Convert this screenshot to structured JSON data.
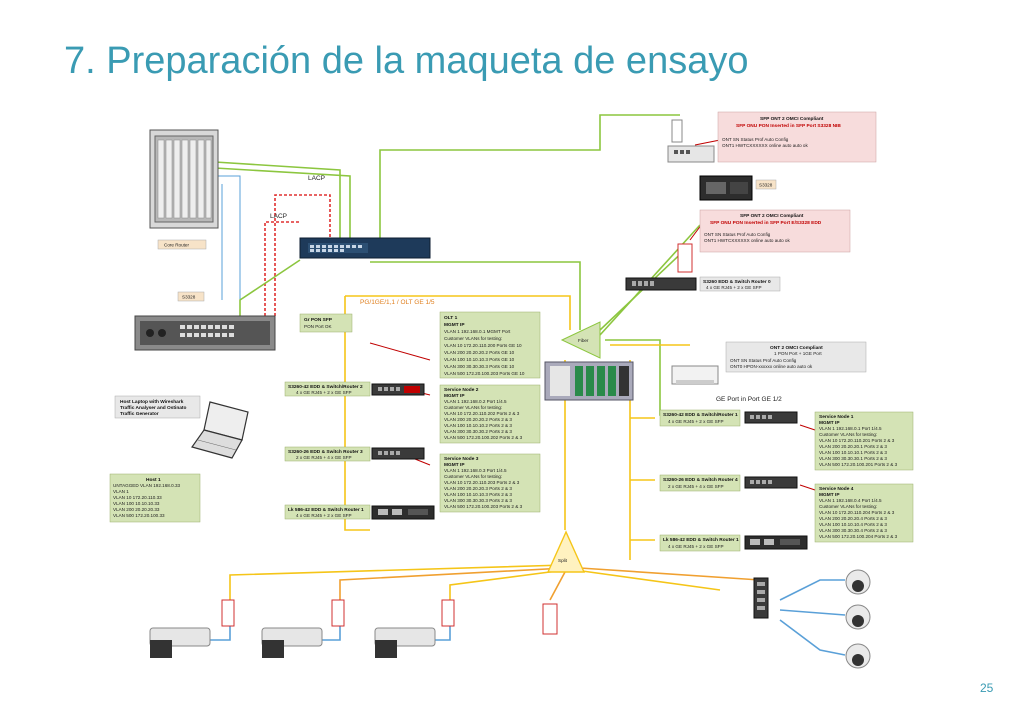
{
  "title": "7. Preparación de la maqueta de ensayo",
  "page_number": "25",
  "colors": {
    "title": "#3a9bb3",
    "green_box": "#d4e3b5",
    "pink_box": "#f7dcdc",
    "line_green": "#8cc63f",
    "line_yellow": "#f5c518",
    "line_orange": "#f0a030",
    "line_blue": "#5aa0d8",
    "line_red_dashed": "#e03030"
  },
  "labels": {
    "lacp_top": "LACP",
    "lacp_left": "LACP",
    "ge_port_label": "PG/1GE/1,1 / OLT GE 1/5",
    "ge_port_right": "GE Port in Port GE 1/2",
    "s3328": "S3328",
    "s3328_top": "S3328",
    "core_router": "Core Router"
  },
  "boxes": {
    "sfp_top": {
      "title": "SFP ONT 2 OMCI Compliant",
      "subtitle": "SFP ONU PON Inserted in SFP Port S3328 NIB",
      "header": "ONT SN Status Prof Auto Config",
      "row": "ONT1 HWTCXXXXXX online auto auto ok"
    },
    "sfp_mid": {
      "title": "SFP ONT 2 OMCI Compliant",
      "subtitle": "SFP ONU PON Inserted in SFP Port E/S3328 EDD",
      "header": "ONT SN Status Prof Auto Config",
      "row": "ONT1 HWTCXXXXXX online auto auto ok"
    },
    "ont_right": {
      "title": "ONT 2 OMCI Compliant",
      "subtitle": "1 PON Port + 1GE Port",
      "header": "ONT SN Status Prof Auto Config",
      "row": "ONT0 HPON-xxxxxx online auto auto ok"
    },
    "gpon_sfp": {
      "title": "Gr PON SFP",
      "sub": "PON Port OK"
    },
    "olt1": {
      "lines": [
        "OLT 1",
        "MGMT IP",
        "VLAN 1  192.168.0.1    MGMT Port",
        "Customer VLANs for testing:",
        "VLAN 10  172.20.110.200  Ports GE 10",
        "VLAN 200 20.20.20.2  Ports GE 10",
        "VLAN 100 10.10.10.3  Ports GE 10",
        "VLAN 300 30.30.30.3  Ports GE 10",
        "VLAN 500 172.20.100.203  Ports GE 10"
      ]
    },
    "service_node_2a": {
      "lines": [
        "Service Node 2",
        "MGMT IP",
        "VLAN 1  192.168.0.2  Port 1/4.5",
        "Customer VLANs for testing:",
        "VLAN 10 172.20.110.202  Ports 2 & 3",
        "VLAN 200 20.20.20.2  Ports 2 & 3",
        "VLAN 100 10.10.10.2  Ports 2 & 3",
        "VLAN 300 30.30.30.2  Ports 2 & 3",
        "VLAN 500 172.20.100.202  Ports 2 & 3"
      ]
    },
    "service_node_2b": {
      "lines": [
        "Service Node 3",
        "MGMT IP",
        "VLAN 1  192.168.0.3  Port 1/4.5",
        "Customer VLANs for testing:",
        "VLAN 10 172.20.110.203  Ports 2 & 3",
        "VLAN 200 20.20.20.3  Ports 2 & 3",
        "VLAN 100 10.10.10.3  Ports 2 & 3",
        "VLAN 300 30.30.30.3  Ports 2 & 3",
        "VLAN 500 172.20.100.203  Ports 2 & 3"
      ]
    },
    "service_node_r1": {
      "lines": [
        "Service Node 1",
        "MGMT IP",
        "VLAN 1  192.168.0.1  Port 1/4.5",
        "Customer VLANs for testing:",
        "VLAN 10 172.20.110.201  Ports 2 & 3",
        "VLAN 200 20.20.20.1  Ports 2 & 3",
        "VLAN 100 10.10.10.1  Ports 2 & 3",
        "VLAN 300 30.30.30.1  Ports 2 & 3",
        "VLAN 500 172.20.100.201  Ports 2 & 3"
      ]
    },
    "service_node_r4": {
      "lines": [
        "Service Node 4",
        "MGMT IP",
        "VLAN 1  192.168.0.4  Port 1/4.5",
        "Customer VLANs for testing:",
        "VLAN 10 172.20.110.204  Ports 2 & 3",
        "VLAN 200 20.20.20.4  Ports 2 & 3",
        "VLAN 100 10.10.10.4  Ports 2 & 3",
        "VLAN 300 30.30.30.4  Ports 2 & 3",
        "VLAN 500 172.20.100.204  Ports 2 & 3"
      ]
    },
    "host1": {
      "lines": [
        "Host 1",
        "UNTAGGED VLAN  192.168.0.33",
        "VLAN 1",
        "VLAN 10  172.20.110.33",
        "VLAN 100  10.10.10.33",
        "VLAN 200  20.20.20.33",
        "VLAN 500  172.20.100.33"
      ]
    },
    "laptop_note": {
      "lines": [
        "Host Laptop with Wireshark",
        "Traffic Analyser and Ostinato",
        "Traffic Generator"
      ]
    },
    "switch_l2": {
      "line1": "S3260-42 EDD & Switch/Router 2",
      "line2": "4 x GE RJ45 + 2 x GE SFP"
    },
    "switch_l3": {
      "line1": "S3260-26 EDD & Switch Router 3",
      "line2": "2 x GE RJ45 + 4 x GE SFP"
    },
    "switch_l4": {
      "line1": "Lk 586-42 EDD & Switch Router 1",
      "line2": "4 x GE RJ45 + 2 x GE SFP"
    },
    "switch_r1": {
      "line1": "S3260-42 EDD & Switch/Router 1",
      "line2": "4 x GE RJ45 + 2 x GE SFP"
    },
    "switch_r2": {
      "line1": "S3260-26 EDD & Switch Router 4",
      "line2": "2 x GE RJ45 + 4 x GE SFP"
    },
    "switch_r3": {
      "line1": "Lk 586-42 EDD & Switch Router 1",
      "line2": "4 x GE RJ45 + 2 x GE SFP"
    },
    "switch_top": {
      "line1": "S3260 EDD & Switch Router 0",
      "line2": "4 x GE RJ45 + 2 x GE SFP"
    }
  }
}
